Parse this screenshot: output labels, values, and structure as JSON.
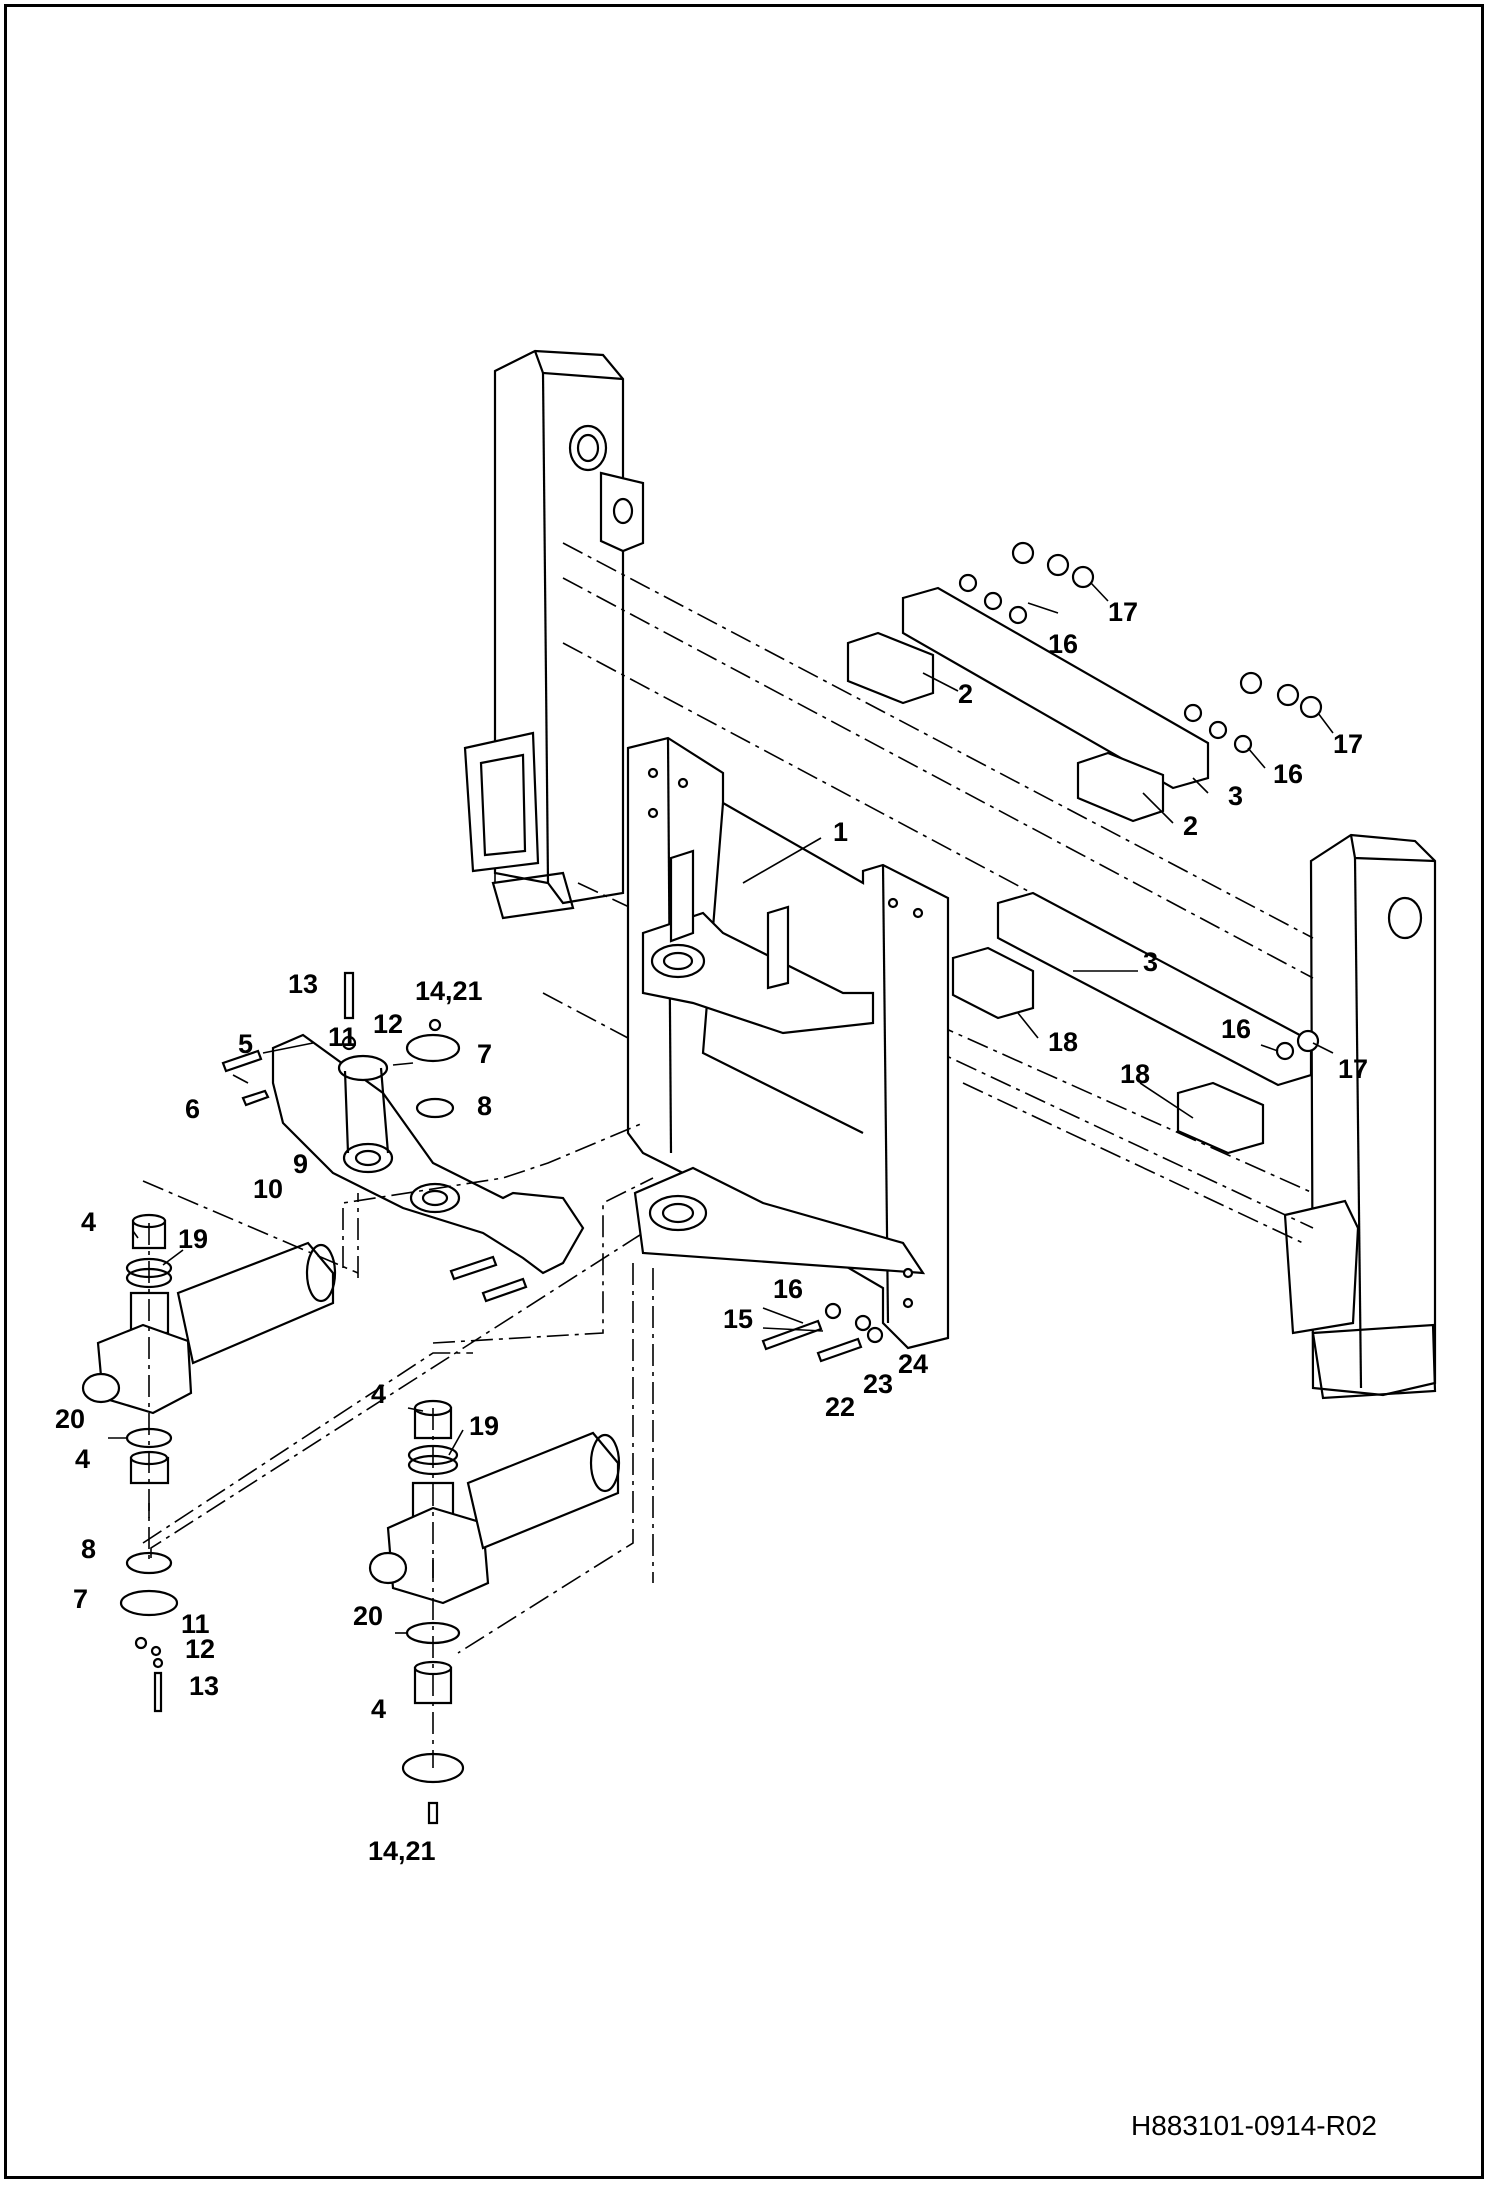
{
  "drawing_code": "H883101-0914-R02",
  "part_callouts": [
    {
      "id": "c1",
      "text": "1"
    },
    {
      "id": "c2a",
      "text": "2"
    },
    {
      "id": "c2b",
      "text": "2"
    },
    {
      "id": "c3a",
      "text": "3"
    },
    {
      "id": "c3b",
      "text": "3"
    },
    {
      "id": "c4a",
      "text": "4"
    },
    {
      "id": "c4b",
      "text": "4"
    },
    {
      "id": "c4c",
      "text": "4"
    },
    {
      "id": "c4d",
      "text": "4"
    },
    {
      "id": "c5",
      "text": "5"
    },
    {
      "id": "c6",
      "text": "6"
    },
    {
      "id": "c7a",
      "text": "7"
    },
    {
      "id": "c7b",
      "text": "7"
    },
    {
      "id": "c8a",
      "text": "8"
    },
    {
      "id": "c8b",
      "text": "8"
    },
    {
      "id": "c9",
      "text": "9"
    },
    {
      "id": "c10",
      "text": "10"
    },
    {
      "id": "c11a",
      "text": "11"
    },
    {
      "id": "c11b",
      "text": "11"
    },
    {
      "id": "c12a",
      "text": "12"
    },
    {
      "id": "c12b",
      "text": "12"
    },
    {
      "id": "c13a",
      "text": "13"
    },
    {
      "id": "c13b",
      "text": "13"
    },
    {
      "id": "c14a",
      "text": "14,21"
    },
    {
      "id": "c14b",
      "text": "14,21"
    },
    {
      "id": "c15",
      "text": "15"
    },
    {
      "id": "c16a",
      "text": "16"
    },
    {
      "id": "c16b",
      "text": "16"
    },
    {
      "id": "c16c",
      "text": "16"
    },
    {
      "id": "c16d",
      "text": "16"
    },
    {
      "id": "c17a",
      "text": "17"
    },
    {
      "id": "c17b",
      "text": "17"
    },
    {
      "id": "c17c",
      "text": "17"
    },
    {
      "id": "c18a",
      "text": "18"
    },
    {
      "id": "c18b",
      "text": "18"
    },
    {
      "id": "c19a",
      "text": "19"
    },
    {
      "id": "c19b",
      "text": "19"
    },
    {
      "id": "c20a",
      "text": "20"
    },
    {
      "id": "c20b",
      "text": "20"
    },
    {
      "id": "c22",
      "text": "22"
    },
    {
      "id": "c23",
      "text": "23"
    },
    {
      "id": "c24",
      "text": "24"
    }
  ]
}
